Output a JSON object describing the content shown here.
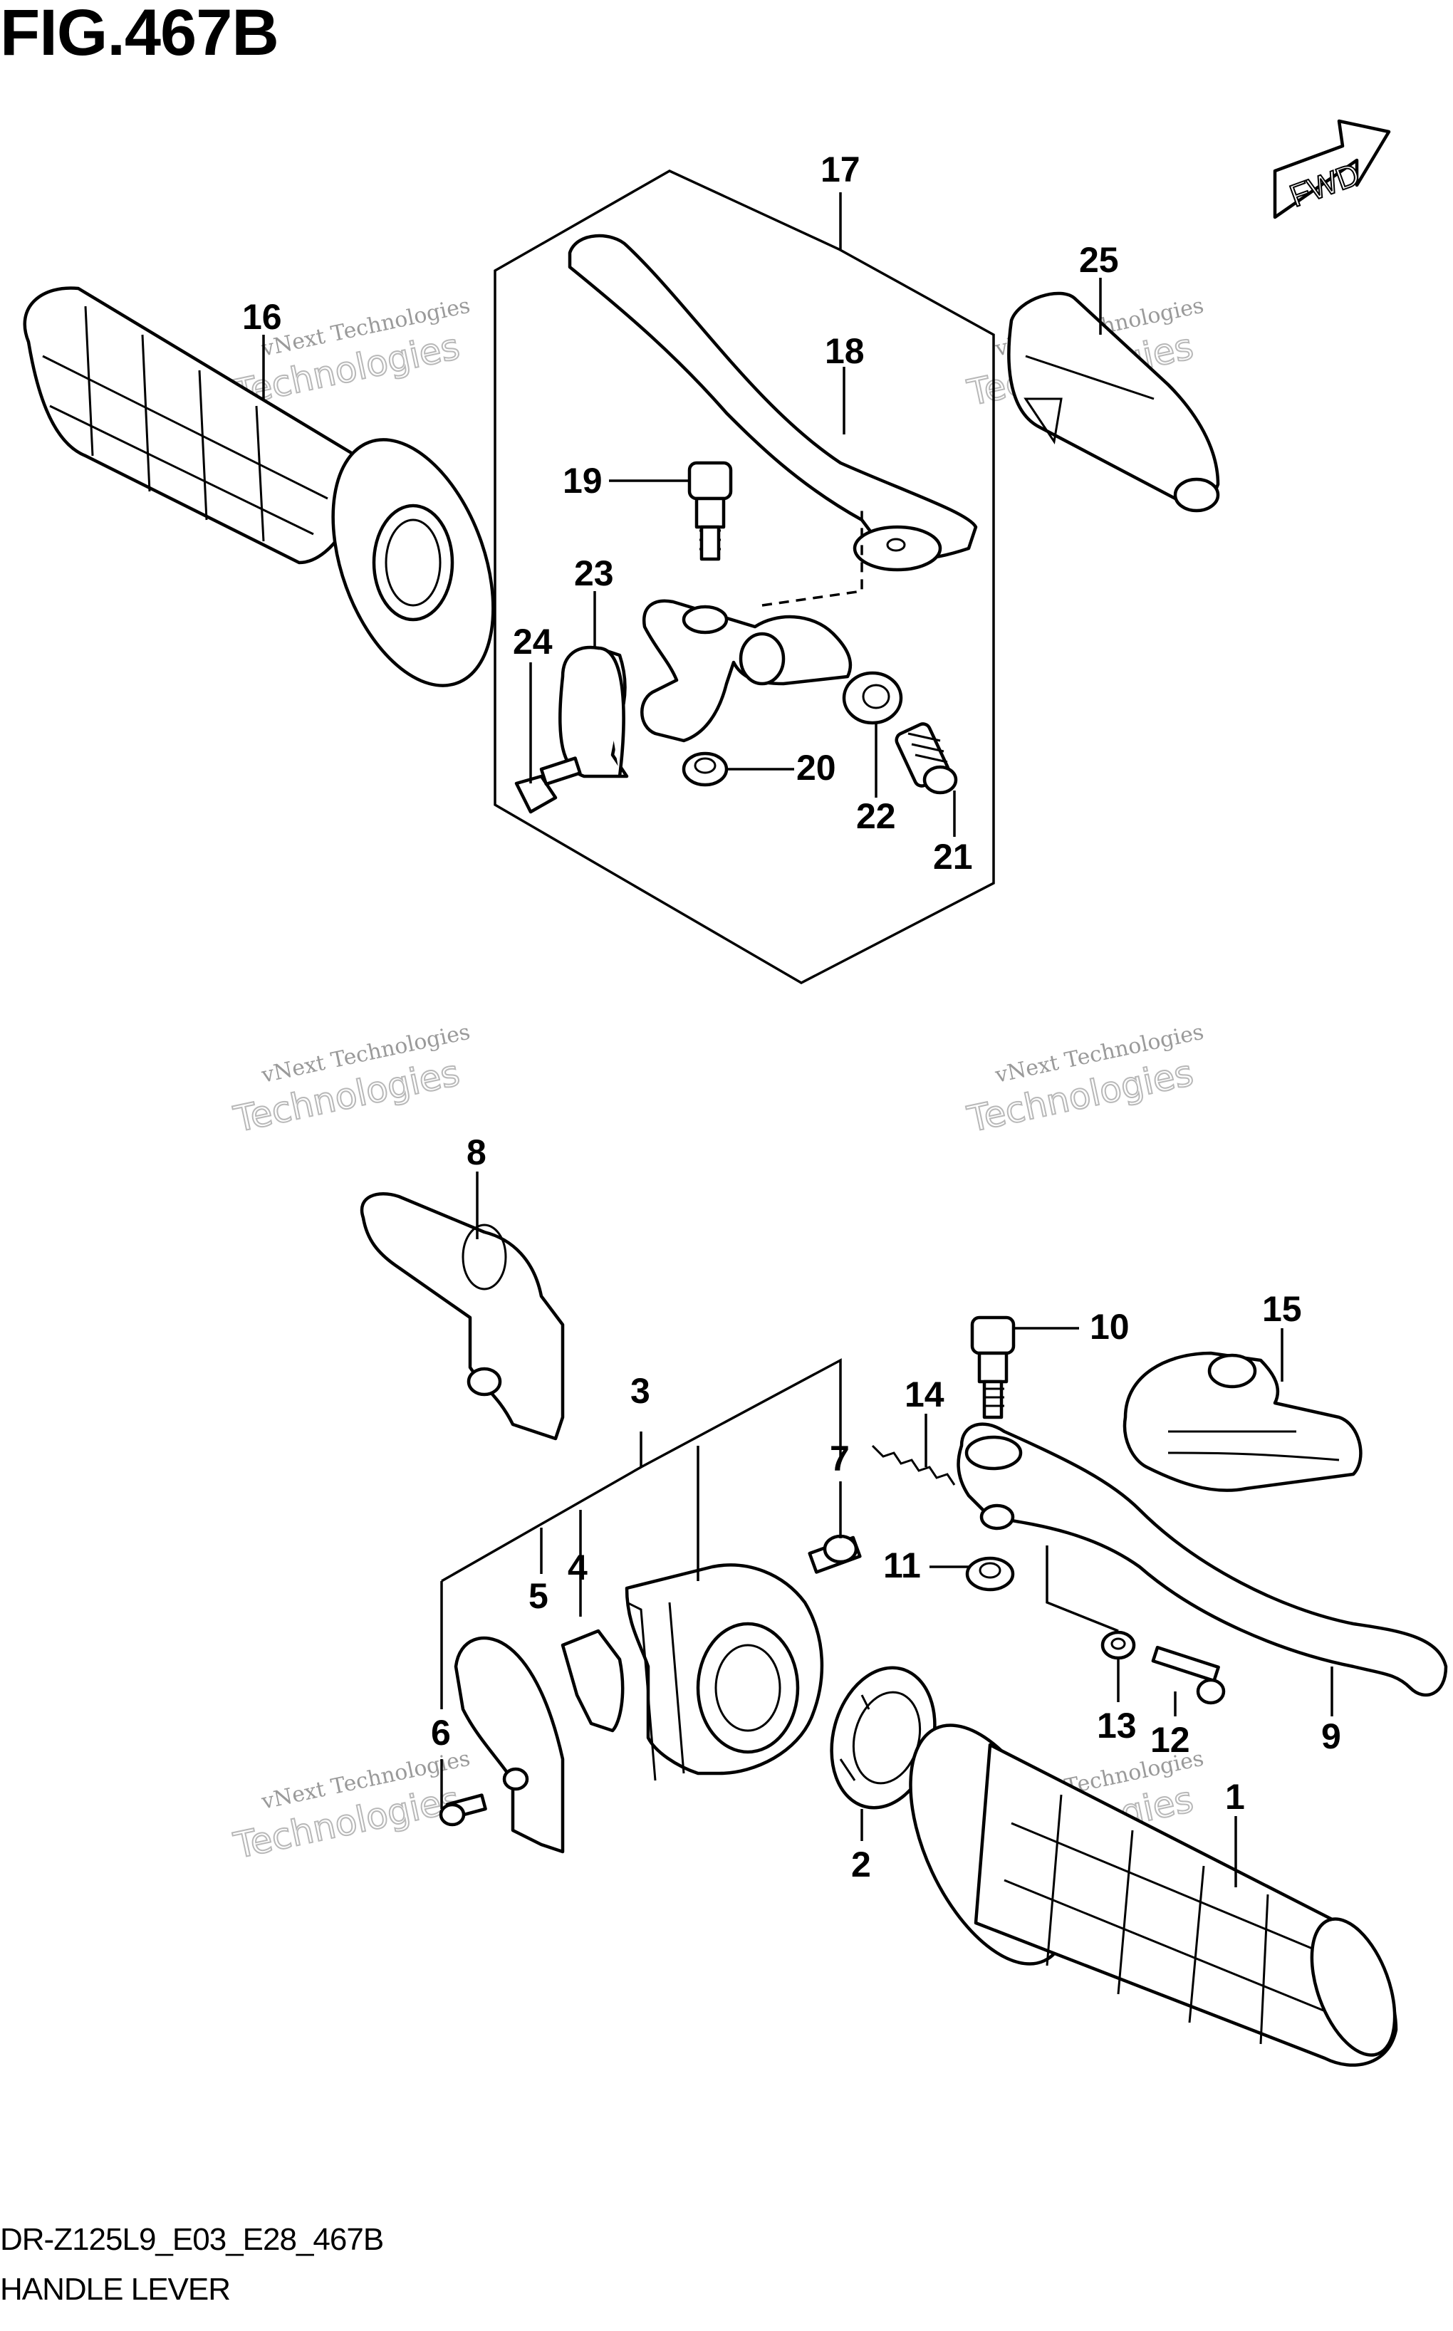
{
  "figure": {
    "title": "FIG.467B",
    "model_code": "DR-Z125L9_E03_E28_467B",
    "section_name": "HANDLE LEVER"
  },
  "direction_badge": {
    "label": "FWD",
    "icon": "arrow-right-icon"
  },
  "watermark": {
    "line1": "vNext Technologies",
    "line2": "Technologies"
  },
  "callouts": [
    "1",
    "2",
    "3",
    "4",
    "5",
    "6",
    "7",
    "8",
    "9",
    "10",
    "11",
    "12",
    "13",
    "14",
    "15",
    "16",
    "17",
    "18",
    "19",
    "20",
    "21",
    "22",
    "23",
    "24",
    "25"
  ]
}
